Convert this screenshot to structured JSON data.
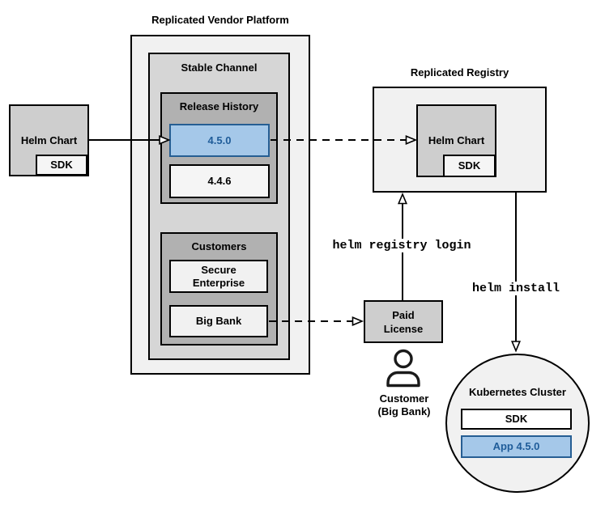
{
  "colors": {
    "canvas_bg": "#ffffff",
    "outer_fill": "#f1f1f1",
    "mid_fill": "#d6d6d6",
    "inner_fill": "#b1b1b1",
    "box_fill": "#f5f5f5",
    "gray_box_fill": "#cecece",
    "white_fill": "#ffffff",
    "line_color": "#000000",
    "highlight_fill": "#a5c8e9",
    "highlight_border": "#265e93",
    "highlight_text": "#1f5c99"
  },
  "platform": {
    "title": "Replicated Vendor Platform",
    "stable_channel_label": "Stable Channel",
    "release_history_label": "Release History",
    "releases": [
      {
        "version": "4.5.0",
        "highlighted": true
      },
      {
        "version": "4.4.6",
        "highlighted": false
      }
    ],
    "customers_label": "Customers",
    "customers": [
      {
        "name": "Secure Enterprise"
      },
      {
        "name": "Big Bank"
      }
    ]
  },
  "source_chart": {
    "label": "Helm Chart",
    "sdk_label": "SDK"
  },
  "registry": {
    "title": "Replicated Registry",
    "helm_chart_label": "Helm Chart",
    "sdk_label": "SDK"
  },
  "license": {
    "label": "Paid License"
  },
  "actor": {
    "line1": "Customer",
    "line2": "(Big Bank)"
  },
  "commands": {
    "registry_login": "helm registry login",
    "install": "helm install"
  },
  "cluster": {
    "title": "Kubernetes Cluster",
    "sdk_label": "SDK",
    "app_label": "App 4.5.0"
  }
}
